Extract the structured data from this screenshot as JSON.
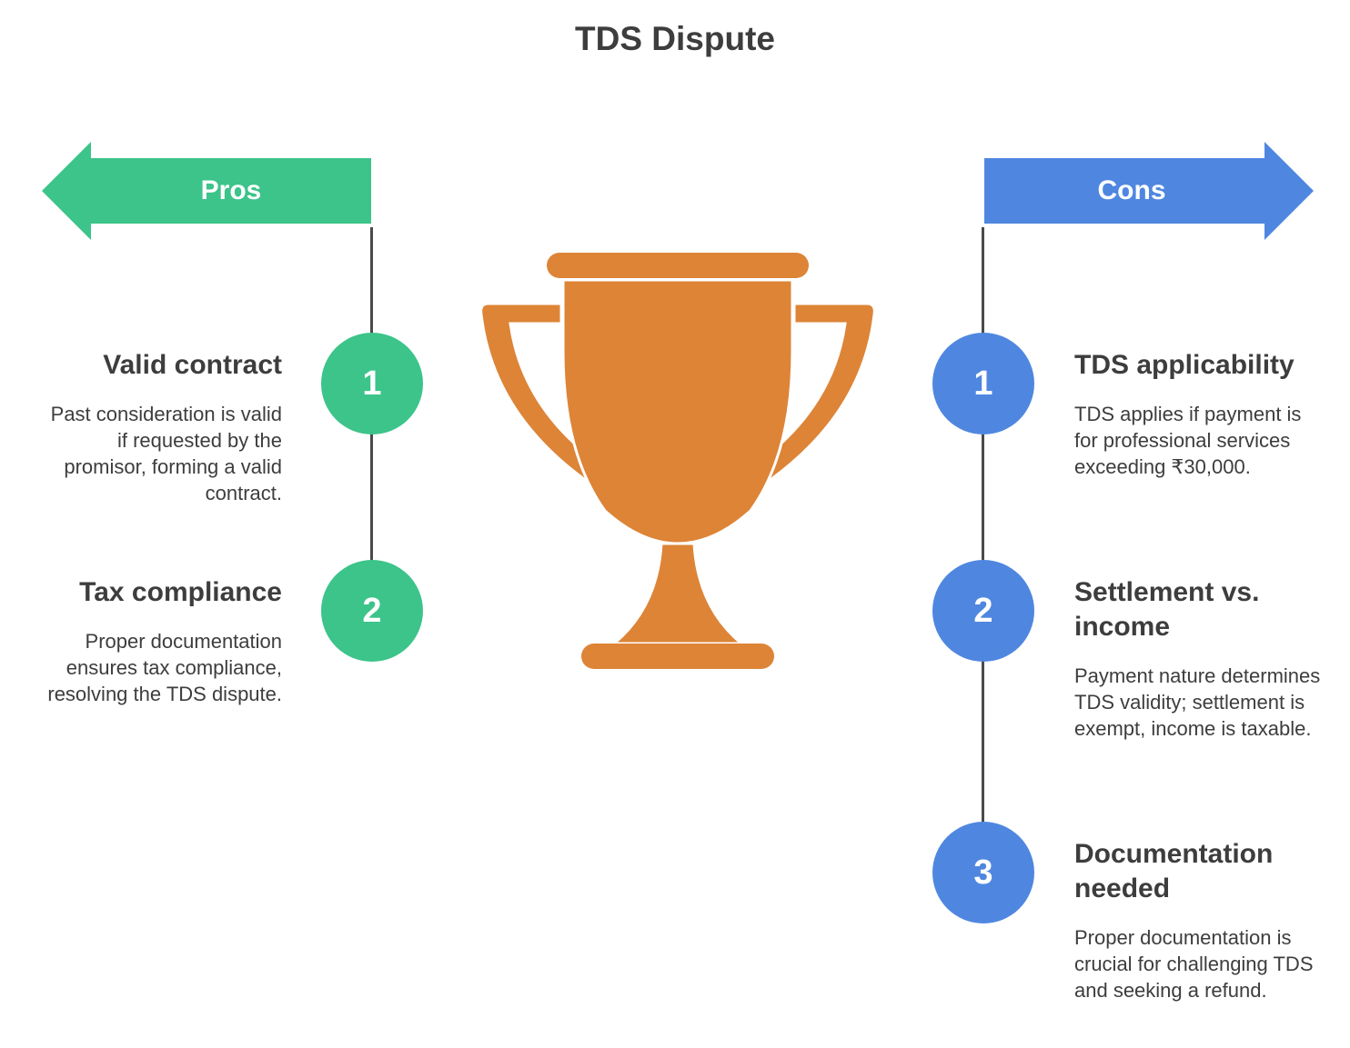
{
  "title": "TDS Dispute",
  "colors": {
    "pros": "#3cc48a",
    "cons": "#4f87e0",
    "trophy": "#dd8437",
    "text": "#3d3d3d",
    "line": "#4a4a4a"
  },
  "pros": {
    "label": "Pros",
    "items": [
      {
        "number": "1",
        "title": "Valid contract",
        "description": "Past consideration is valid if requested by the promisor, forming a valid contract."
      },
      {
        "number": "2",
        "title": "Tax compliance",
        "description": "Proper documentation ensures tax compliance, resolving the TDS dispute."
      }
    ]
  },
  "cons": {
    "label": "Cons",
    "items": [
      {
        "number": "1",
        "title": "TDS applicability",
        "description": "TDS applies if payment is for professional services exceeding ₹30,000."
      },
      {
        "number": "2",
        "title": "Settlement vs. income",
        "description": "Payment nature determines TDS validity; settlement is exempt, income is taxable."
      },
      {
        "number": "3",
        "title": "Documentation needed",
        "description": "Proper documentation is crucial for challenging TDS and seeking a refund."
      }
    ]
  },
  "center_icon": "trophy-icon"
}
